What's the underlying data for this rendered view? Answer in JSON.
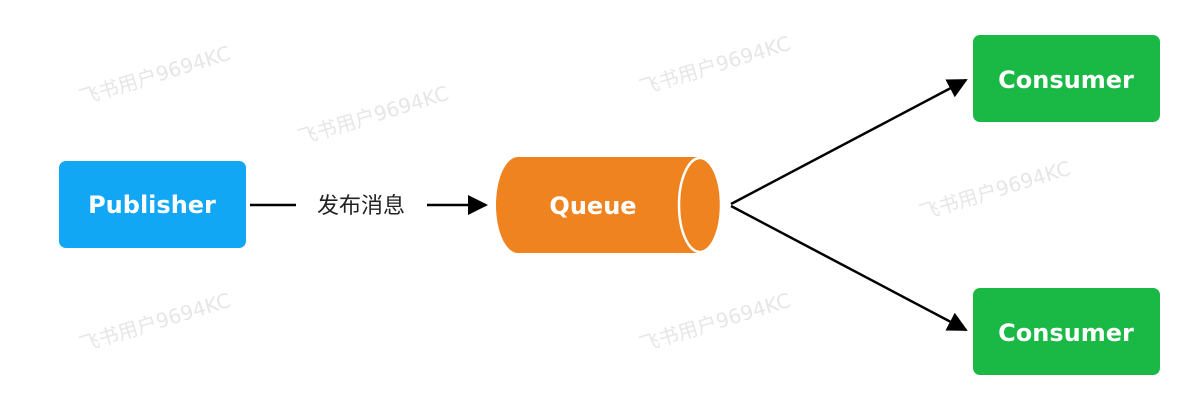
{
  "watermark": "飞书用户9694KC",
  "nodes": {
    "publisher": {
      "label": "Publisher",
      "color": "#12a7f5"
    },
    "queue": {
      "label": "Queue",
      "color": "#ef8320"
    },
    "consumer_top": {
      "label": "Consumer",
      "color": "#1ab845"
    },
    "consumer_bottom": {
      "label": "Consumer",
      "color": "#1ab845"
    }
  },
  "edges": {
    "publish": {
      "label": "发布消息"
    }
  }
}
